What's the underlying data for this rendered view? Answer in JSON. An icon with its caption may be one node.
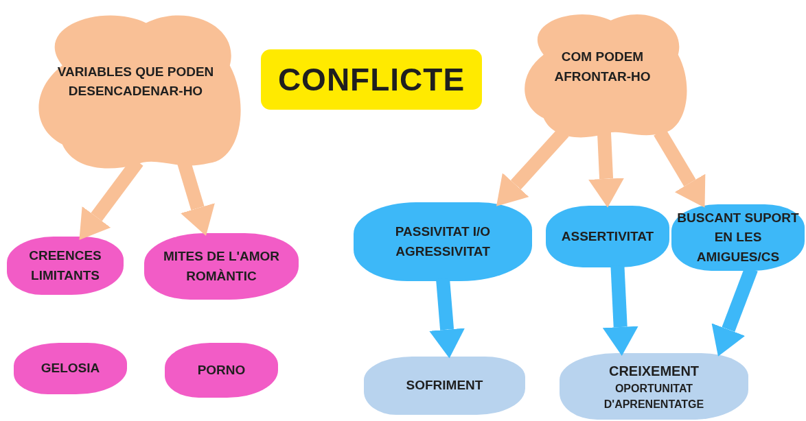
{
  "diagram": {
    "nodes": [
      {
        "text": [
          "VARIABLES QUE PODEN DESENCADENAR-HO"
        ]
      },
      {
        "text": [
          "CONFLICTE"
        ]
      },
      {
        "text": [
          "COM PODEM AFRONTAR-HO"
        ]
      },
      {
        "text": [
          "CREENCES LIMITANTS"
        ]
      },
      {
        "text": [
          "MITES DE L'AMOR ROMÀNTIC"
        ]
      },
      {
        "text": [
          "PASSIVITAT I/O AGRESSIVITAT"
        ]
      },
      {
        "text": [
          "ASSERTIVITAT"
        ]
      },
      {
        "text": [
          "BUSCANT SUPORT EN LES AMIGUES/CS"
        ]
      },
      {
        "text": [
          "GELOSIA"
        ]
      },
      {
        "text": [
          "PORNO"
        ]
      },
      {
        "text": [
          "SOFRIMENT"
        ]
      },
      {
        "text": [
          "CREIXEMENT",
          "OPORTUNITAT D'APRENENTATGE"
        ]
      }
    ],
    "edges": [
      {
        "from": 0,
        "to": 3,
        "arrow": "to"
      },
      {
        "from": 0,
        "to": 4,
        "arrow": "to"
      },
      {
        "from": 2,
        "to": 5,
        "arrow": "to"
      },
      {
        "from": 2,
        "to": 6,
        "arrow": "to"
      },
      {
        "from": 2,
        "to": 7,
        "arrow": "to"
      },
      {
        "from": 5,
        "to": 10,
        "arrow": "to",
        "color": "#3db8f8"
      },
      {
        "from": 6,
        "to": 11,
        "arrow": "to",
        "color": "#3db8f8"
      },
      {
        "from": 7,
        "to": 11,
        "arrow": "to",
        "color": "#3db8f8"
      }
    ]
  }
}
